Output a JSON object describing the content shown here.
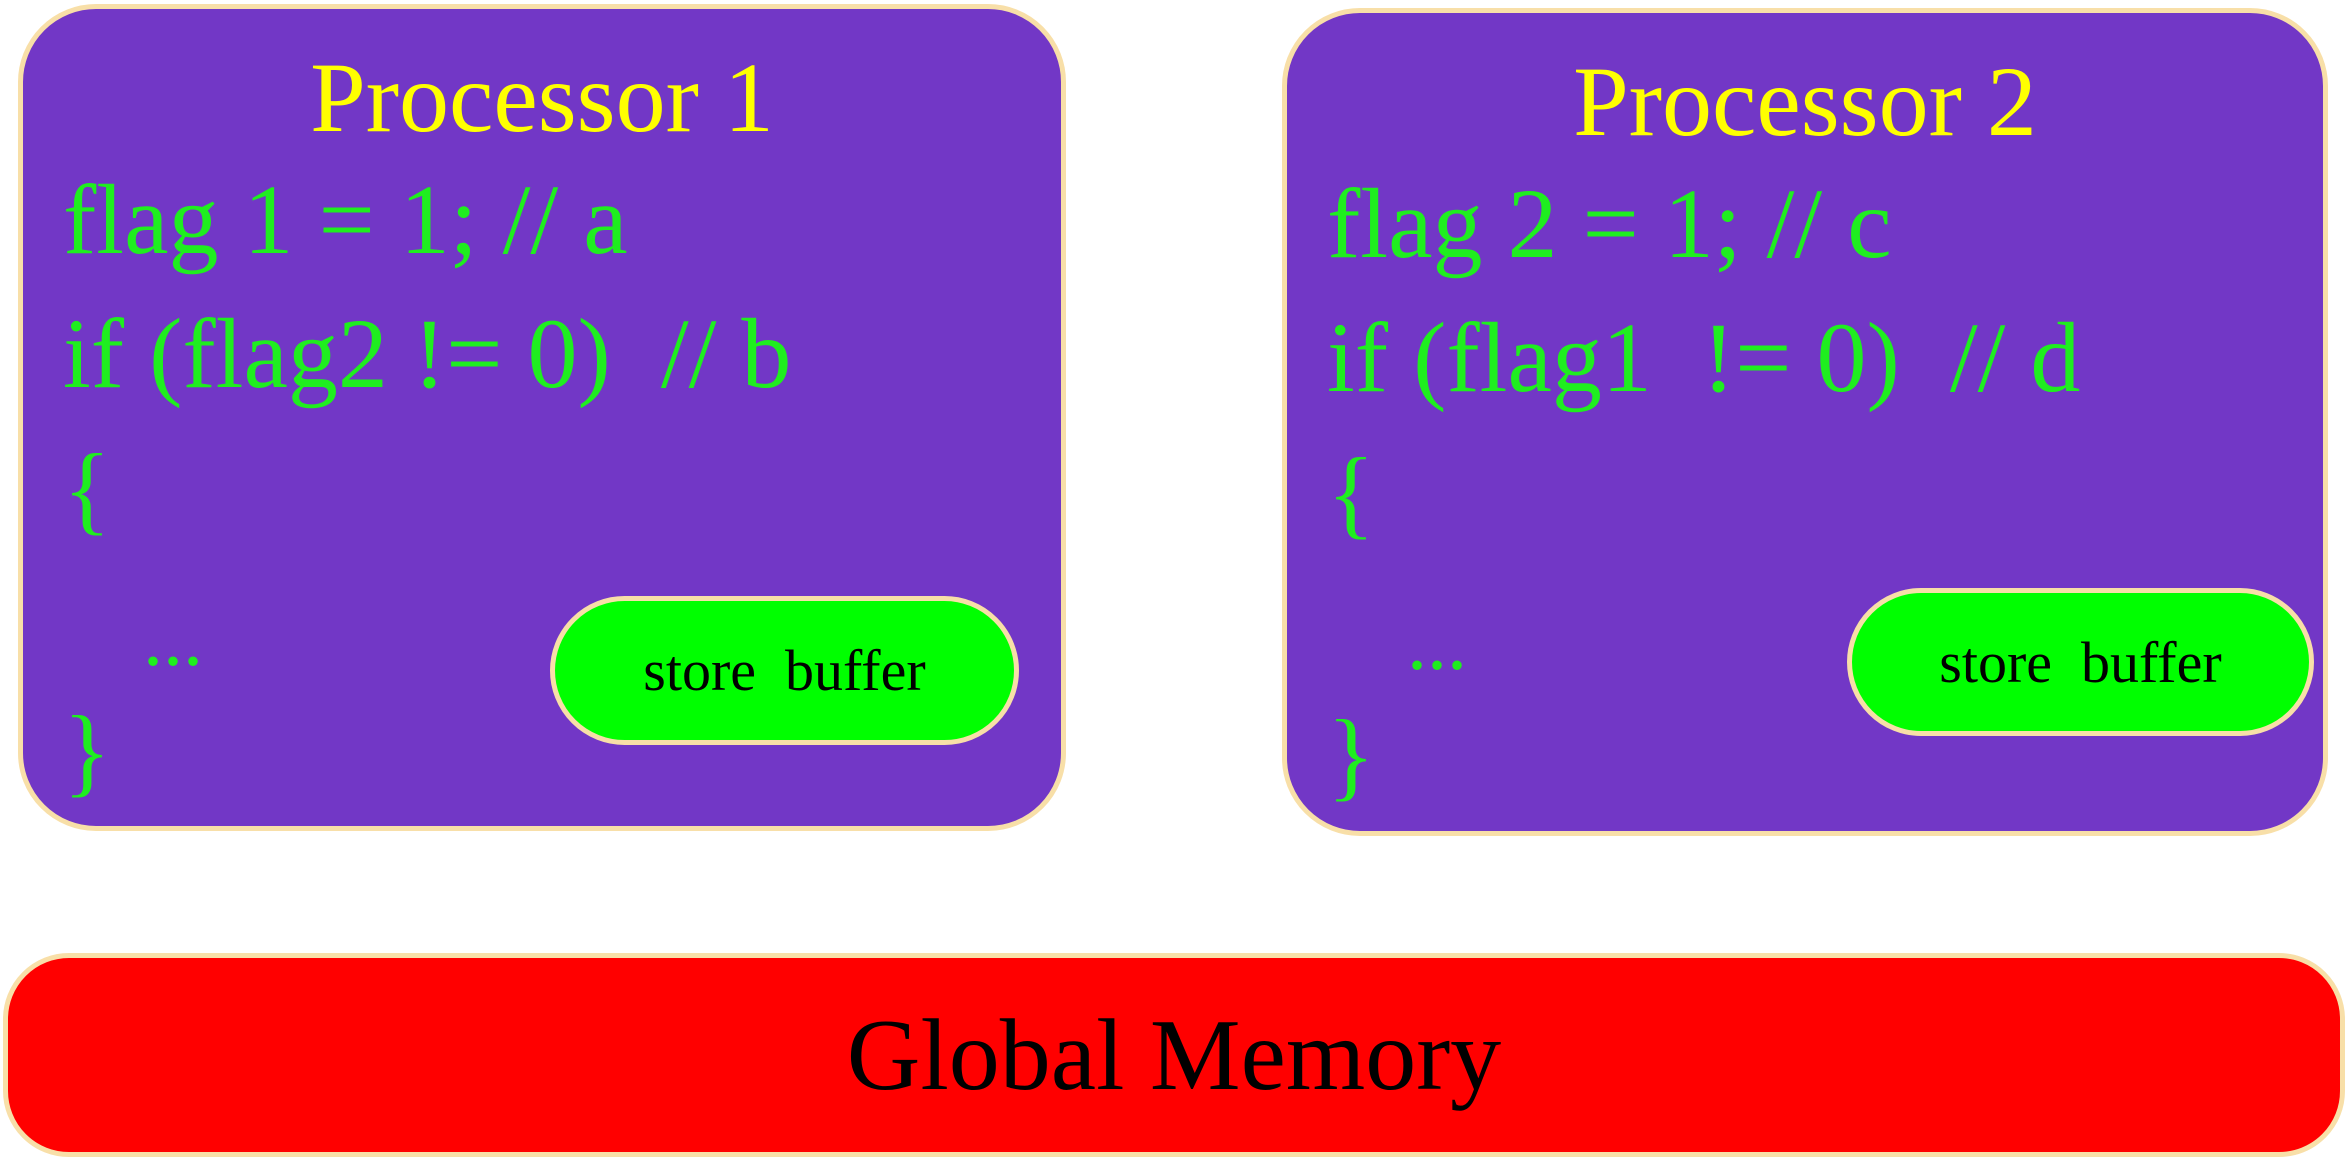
{
  "colors": {
    "processor_fill": "#7237c6",
    "title_text": "#ffff00",
    "code_text": "#1fee1f",
    "store_buffer_fill": "#00ff00",
    "store_buffer_text": "#000000",
    "memory_fill": "#ff0000",
    "memory_text": "#000000",
    "outline": "#f8dfa8"
  },
  "processors": [
    {
      "title": "Processor 1",
      "code": [
        "flag 1 = 1; // a",
        "if (flag2 != 0)  // b",
        "{",
        "...",
        "}"
      ],
      "store_buffer": "store  buffer"
    },
    {
      "title": "Processor 2",
      "code": [
        "flag 2 = 1; // c",
        "if (flag1  != 0)  // d",
        "{",
        "...",
        "}"
      ],
      "store_buffer": "store  buffer"
    }
  ],
  "global_memory": {
    "label": "Global Memory"
  }
}
